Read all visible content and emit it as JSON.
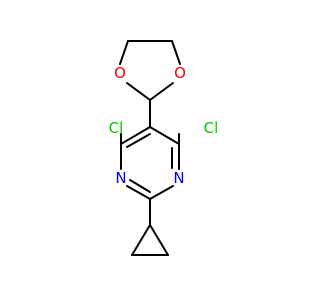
{
  "molecule": {
    "atoms": {
      "o_left": {
        "label": "O",
        "color": "#ff0000"
      },
      "o_right": {
        "label": "O",
        "color": "#ff0000"
      },
      "cl_left": {
        "label": "Cl",
        "color": "#00c800"
      },
      "cl_right": {
        "label": "Cl",
        "color": "#00c800"
      },
      "n_left": {
        "label": "N",
        "color": "#0000ff"
      },
      "n_right": {
        "label": "N",
        "color": "#0000ff"
      }
    },
    "bond_color": "#000000",
    "background": "#ffffff"
  }
}
